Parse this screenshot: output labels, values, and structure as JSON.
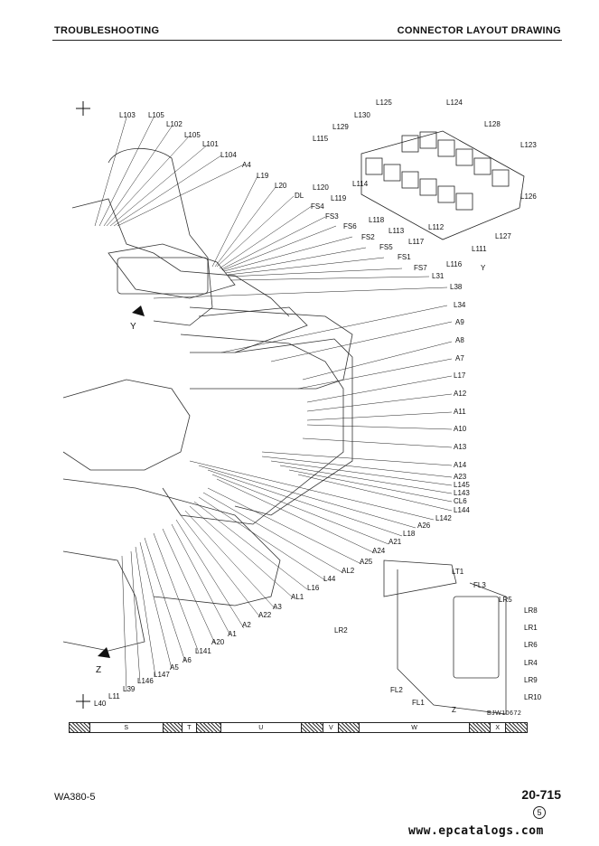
{
  "header": {
    "left": "TROUBLESHOOTING",
    "right": "CONNECTOR LAYOUT DRAWING"
  },
  "labels": {
    "left_top": [
      "L103",
      "L105",
      "L102",
      "L105",
      "L101",
      "L104",
      "A4",
      "L19",
      "L20",
      "DL",
      "FS4",
      "FS3",
      "FS6",
      "FS2",
      "FS5",
      "FS1",
      "FS7",
      "L31",
      "L38",
      "L34",
      "A9",
      "A8",
      "A7",
      "L17",
      "A12",
      "A11",
      "A10",
      "A13",
      "A14",
      "A23",
      "L145",
      "L143",
      "CL6",
      "L144",
      "L142",
      "A26",
      "L18",
      "A21",
      "A24",
      "A25",
      "AL2",
      "L44",
      "L16",
      "AL1",
      "A3",
      "A22",
      "A2",
      "A1",
      "A20",
      "L141",
      "A6",
      "A5",
      "L147",
      "L146",
      "L39",
      "L11",
      "L40"
    ],
    "y_view": [
      "L125",
      "L124",
      "L130",
      "L128",
      "L129",
      "L115",
      "L123",
      "L120",
      "L119",
      "L114",
      "L118",
      "L113",
      "L117",
      "L112",
      "L116",
      "L111",
      "L127",
      "L126"
    ],
    "z_view": [
      "LT1",
      "FL3",
      "LR5",
      "LR8",
      "LR1",
      "LR6",
      "LR2",
      "LR4",
      "LR9",
      "LR10",
      "FL2",
      "FL1"
    ],
    "view_y": "Y",
    "view_z": "Z",
    "arrow_y": "Y",
    "arrow_z": "Z"
  },
  "strip": {
    "zones": [
      "S",
      "T",
      "U",
      "V",
      "W",
      "X"
    ]
  },
  "figure_code": "BJW10672",
  "footer": {
    "model": "WA380-5",
    "page": "20-715",
    "revision": "5",
    "site": "www.epcatalogs.com"
  }
}
